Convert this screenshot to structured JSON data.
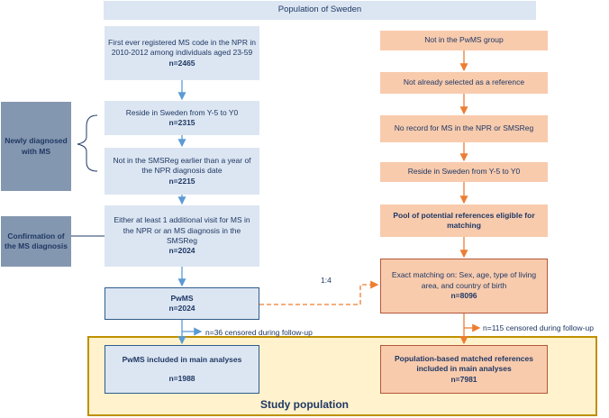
{
  "title": "Population of Sweden",
  "left_column": {
    "step1": {
      "text": "First ever registered MS code in the NPR in 2010-2012 among individuals aged 23-59",
      "n": "n=2465"
    },
    "step2": {
      "text": "Reside in Sweden from Y-5 to Y0",
      "n": "n=2315"
    },
    "step3": {
      "text": "Not in the SMSReg earlier than a year of the NPR diagnosis date",
      "n": "n=2215"
    },
    "step4": {
      "text": "Either at least 1 additional visit for MS in the NPR or an MS diagnosis in the SMSReg",
      "n": "n=2024"
    },
    "pwms": {
      "label": "PwMS",
      "n": "n=2024"
    },
    "censored": "n=36 censored during follow-up",
    "final": {
      "text": "PwMS included in main analyses",
      "n": "n=1988"
    }
  },
  "side_labels": {
    "newly_diagnosed": "Newly diagnosed with MS",
    "confirmation": "Confirmation of the MS diagnosis"
  },
  "right_column": {
    "step1": "Not in the PwMS group",
    "step2": "Not already selected as a reference",
    "step3": "No record for MS in the NPR or SMSReg",
    "step4": "Reside in Sweden from Y-5 to Y0",
    "step5": "Pool of potential references eligible for matching",
    "matching": {
      "text": "Exact matching on: Sex, age, type of living area,  and country of birth",
      "n": "n=8096"
    },
    "censored": "n=115 censored during follow-up",
    "final": {
      "text": "Population-based matched references included in main analyses",
      "n": "n=7981"
    }
  },
  "ratio": "1:4",
  "study_population": "Study population",
  "colors": {
    "blue_fill": "#dce6f2",
    "blue_line": "#5b9bd5",
    "orange_fill": "#f8cbad",
    "orange_line": "#ed7d31",
    "grey": "#8497b0",
    "yellow": "#fff2cc"
  }
}
